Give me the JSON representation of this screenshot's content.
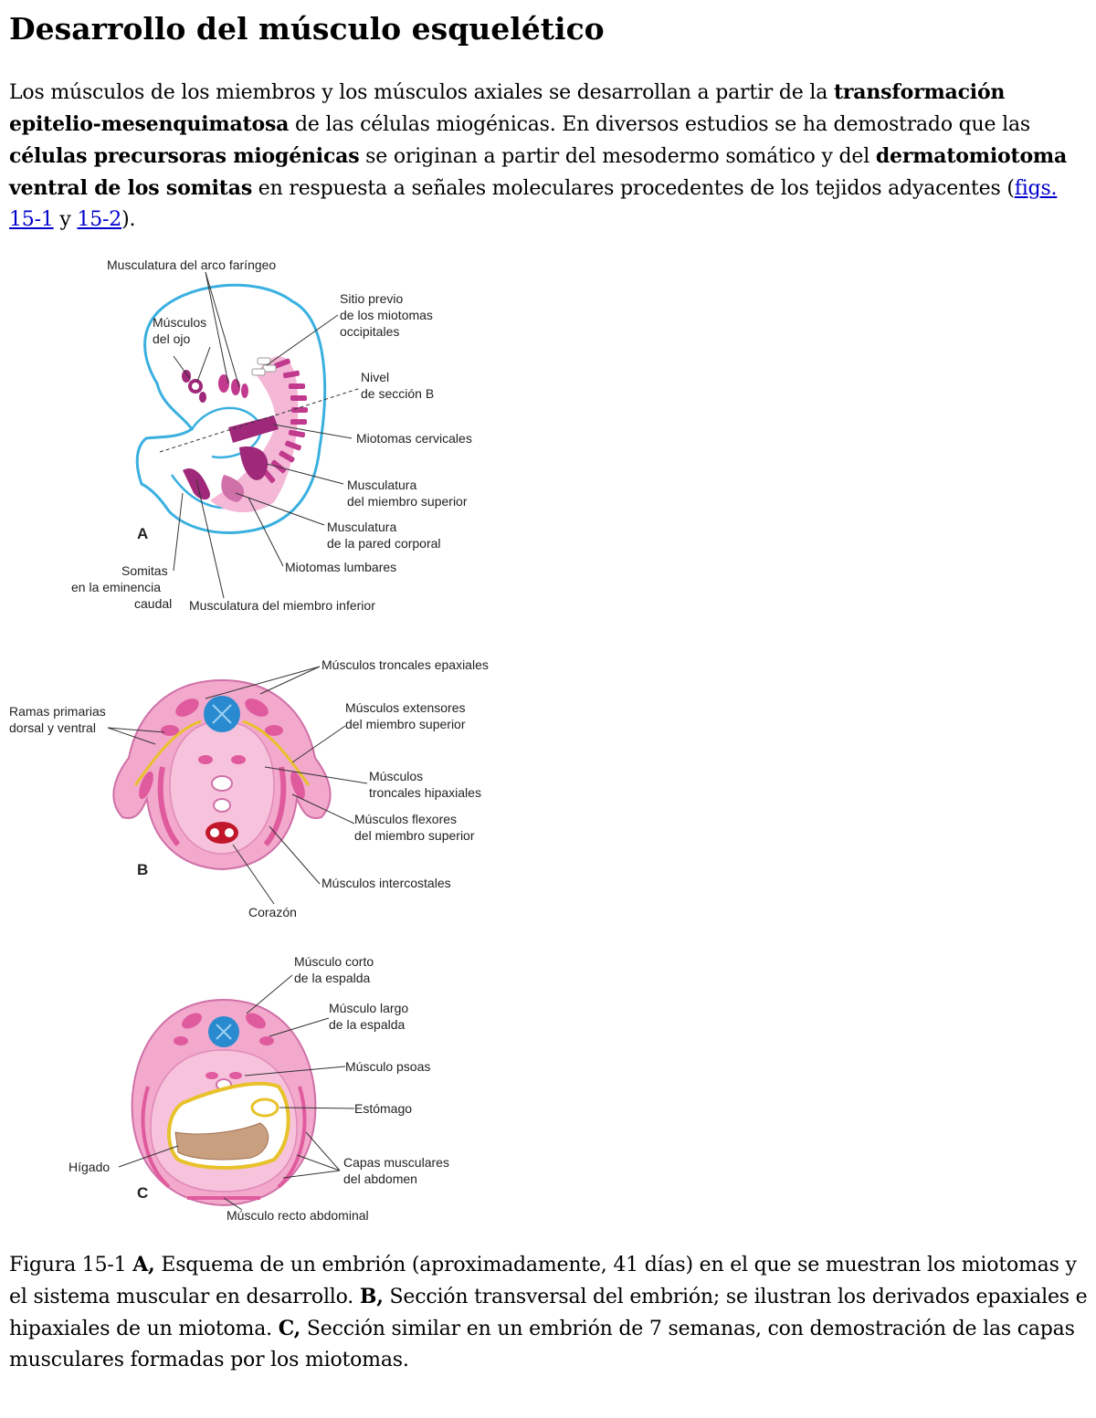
{
  "title": "Desarrollo del músculo esquelético",
  "intro": {
    "t1": "Los músculos de los miembros y los músculos axiales se desarrollan a partir de la ",
    "b1": "transformación epitelio-mesenquimatosa",
    "t2": " de las células miogénicas. En diversos estudios se ha demostrado que las ",
    "b2": "células precursoras miogénicas",
    "t3": " se originan a partir del mesodermo somático y del ",
    "b3": "dermatomiotoma ventral de los somitas",
    "t4": " en respuesta a señales moleculares procedentes de los tejidos adyacentes (",
    "link1": "figs. 15-1",
    "t5": " y ",
    "link2": "15-2",
    "t6": ")."
  },
  "figure": {
    "a": {
      "letter": "A",
      "labels": {
        "arco": "Musculatura del arco faríngeo",
        "ojo1": "Músculos",
        "ojo2": "del ojo",
        "sitio1": "Sitio previo",
        "sitio2": "de los miotomas",
        "sitio3": "occipitales",
        "nivel1": "Nivel",
        "nivel2": "de sección B",
        "cerv": "Miotomas cervicales",
        "msup1": "Musculatura",
        "msup2": "del miembro superior",
        "pared1": "Musculatura",
        "pared2": "de la pared corporal",
        "lumb": "Miotomas lumbares",
        "som1": "Somitas",
        "som2": "en la eminencia",
        "som3": "caudal",
        "minf": "Musculatura del miembro inferior"
      }
    },
    "b": {
      "letter": "B",
      "labels": {
        "epax": "Músculos troncales epaxiales",
        "ramas1": "Ramas primarias",
        "ramas2": "dorsal y ventral",
        "ext1": "Músculos extensores",
        "ext2": "del miembro superior",
        "hip1": "Músculos",
        "hip2": "troncales hipaxiales",
        "flex1": "Músculos flexores",
        "flex2": "del miembro superior",
        "inter": "Músculos intercostales",
        "corazon": "Corazón"
      }
    },
    "c": {
      "letter": "C",
      "labels": {
        "corto1": "Músculo corto",
        "corto2": "de la espalda",
        "largo1": "Músculo largo",
        "largo2": "de la espalda",
        "psoas": "Músculo psoas",
        "estomago": "Estómago",
        "higado": "Hígado",
        "capas1": "Capas musculares",
        "capas2": "del abdomen",
        "recto": "Músculo recto abdominal"
      }
    }
  },
  "caption": {
    "t1": "Figura 15-1 ",
    "b1": "A,",
    "t2": " Esquema de un embrión (aproximadamente, 41 días) en el que se muestran los miotomas y el sistema muscular en desarrollo. ",
    "b2": "B,",
    "t3": " Sección transversal del embrión; se ilustran los derivados epaxiales e hipaxiales de un miotoma. ",
    "b3": "C,",
    "t4": " Sección similar en un embrión de 7 semanas, con demostración de las capas musculares formadas por los miotomas."
  },
  "colors": {
    "outline": "#3ab0e0",
    "muscle": "#a0287a",
    "muscle_light": "#f4b8d6",
    "tissue": "#f2a9cc",
    "neural": "#2a8ad0",
    "heart": "#c0182a",
    "gut": "#e8c22a",
    "liver": "#c8a080",
    "link": "#0000cc"
  }
}
